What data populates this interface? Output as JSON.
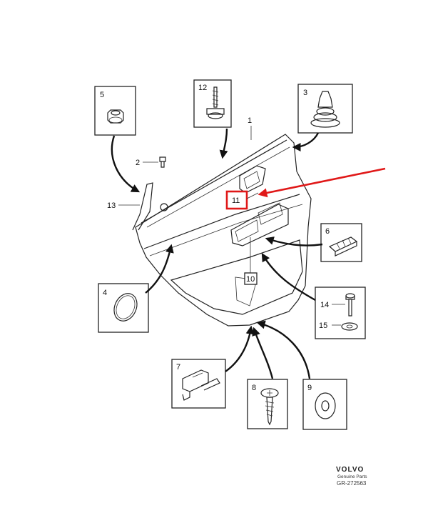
{
  "parts": {
    "p1": "1",
    "p2": "2",
    "p3": "3",
    "p4": "4",
    "p5": "5",
    "p6": "6",
    "p7": "7",
    "p8": "8",
    "p9": "9",
    "p10": "10",
    "p11": "11",
    "p12": "12",
    "p13": "13",
    "p14": "14",
    "p15": "15"
  },
  "footer": {
    "brand": "VOLVO",
    "subtitle": "Genuine Parts",
    "code": "GR-272563"
  },
  "colors": {
    "highlight": "#e01818",
    "line": "#222222"
  }
}
